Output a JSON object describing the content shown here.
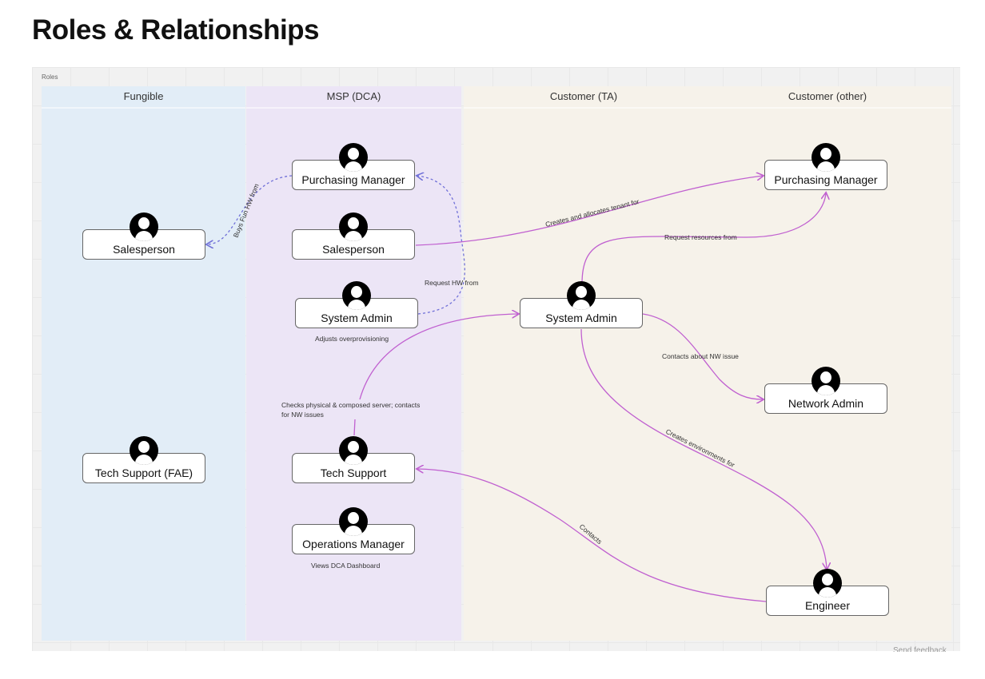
{
  "page_title": "Roles & Relationships",
  "frame_label": "Roles",
  "lanes": [
    "Fungible",
    "MSP (DCA)",
    "Customer (TA)",
    "Customer (other)"
  ],
  "nodes": {
    "fungible_salesperson": "Salesperson",
    "fungible_tech_support": "Tech Support (FAE)",
    "msp_purchasing_manager": "Purchasing Manager",
    "msp_salesperson": "Salesperson",
    "msp_system_admin": "System Admin",
    "msp_tech_support": "Tech Support",
    "msp_operations_manager": "Operations Manager",
    "ta_system_admin": "System Admin",
    "other_purchasing_manager": "Purchasing Manager",
    "other_network_admin": "Network Admin",
    "other_engineer": "Engineer"
  },
  "notes": {
    "system_admin": "Adjusts overprovisioning",
    "operations_manager": "Views DCA Dashboard",
    "tech_support_1": "Checks physical & composed server; contacts",
    "tech_support_2": "for NW issues"
  },
  "edges": {
    "buys": "Buys Fun HW from",
    "request_hw": "Request HW from",
    "creates_tenant": "Creates and allocates tenant for",
    "request_resources": "Request resources from",
    "contacts_nw": "Contacts about NW issue",
    "creates_env": "Creates environments for",
    "contacts": "Contacts"
  },
  "colors": {
    "edge": "#c060d0",
    "dashed": "#7070d8"
  },
  "footer": "Send feedback"
}
